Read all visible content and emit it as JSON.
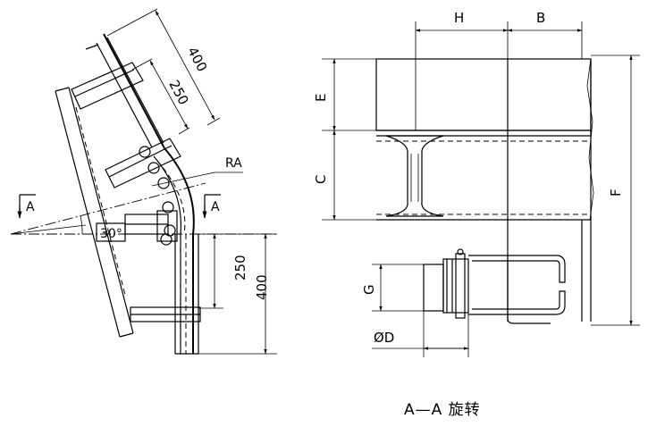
{
  "left_view": {
    "dim_outer": "400",
    "dim_inner": "250",
    "label_radius": "RA",
    "section_mark_left": "A",
    "section_mark_right": "A",
    "angle": "30°",
    "dim_vertical_inner": "250",
    "dim_vertical_outer": "400"
  },
  "right_view": {
    "dim_h": "H",
    "dim_b": "B",
    "dim_e": "E",
    "dim_c": "C",
    "dim_f": "F",
    "dim_g": "G",
    "dim_d": "ØD"
  },
  "caption": "A—A 旋转"
}
